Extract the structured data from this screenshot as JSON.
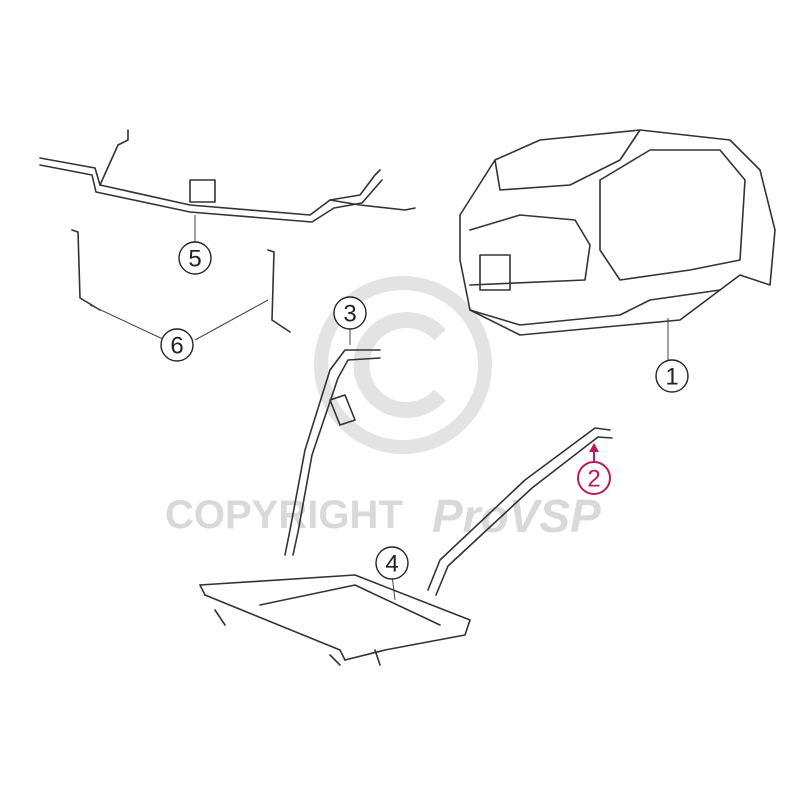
{
  "watermark": {
    "symbol": "©",
    "text": "COPYRIGHT",
    "brand": "ProVSP"
  },
  "callouts": [
    {
      "label": "1",
      "part": "body-shell"
    },
    {
      "label": "2",
      "part": "side-tube",
      "highlight": "#c0185f"
    },
    {
      "label": "3",
      "part": "a-pillar-tube"
    },
    {
      "label": "4",
      "part": "floor-frame"
    },
    {
      "label": "5",
      "part": "dashboard-crossmember"
    },
    {
      "label": "6",
      "part": "support-brackets"
    }
  ],
  "colors": {
    "line": "#333333",
    "highlight": "#c0185f",
    "watermark": "#d9d9d9"
  }
}
